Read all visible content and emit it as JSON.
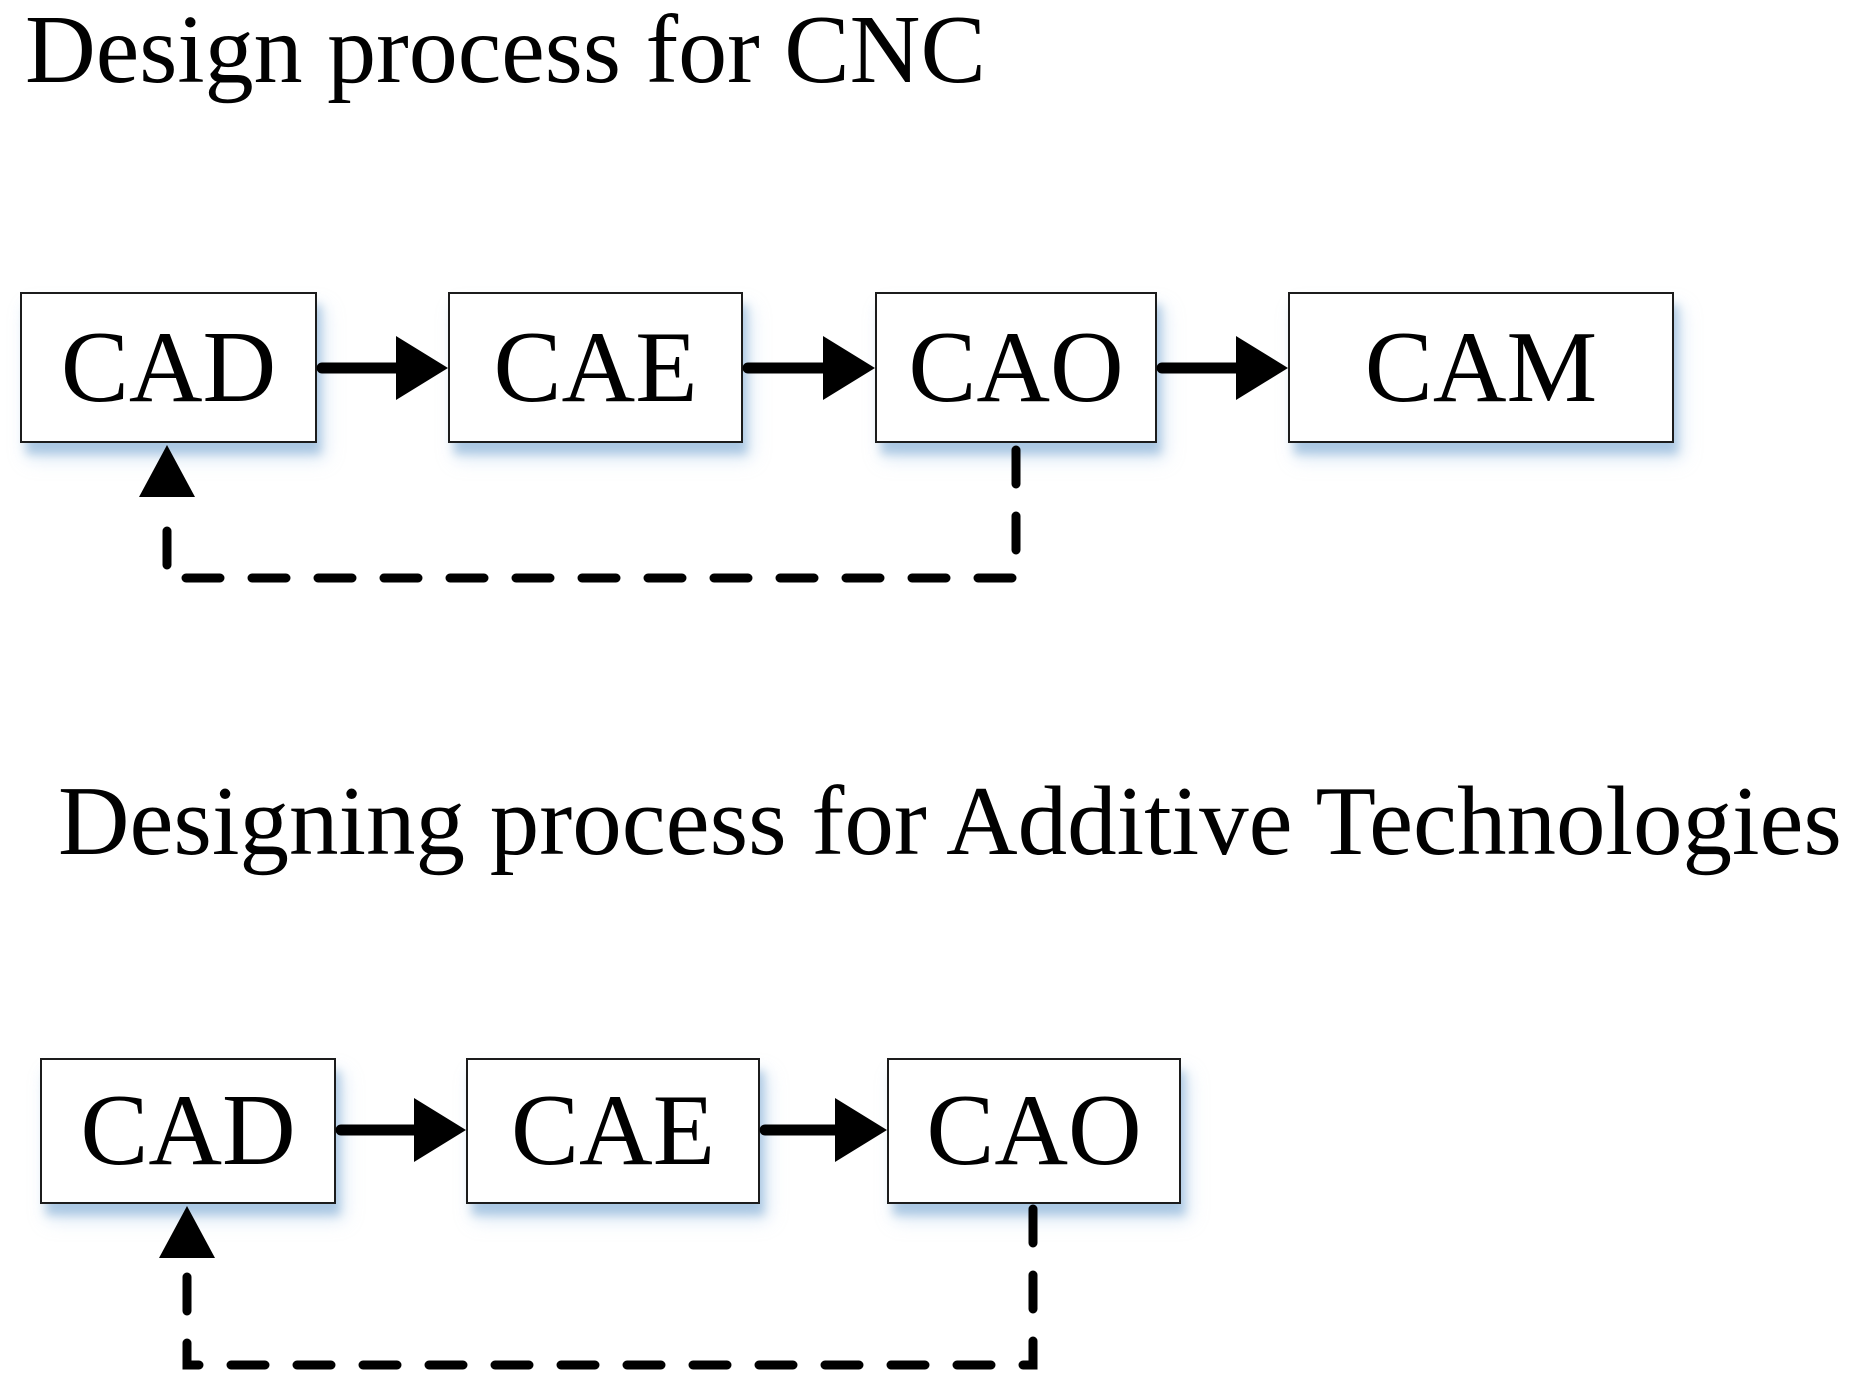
{
  "figure": {
    "background": "#ffffff",
    "colors": {
      "line": "#000000",
      "box_fill": "#ffffff",
      "box_border": "#1c1c1c",
      "box_shadow": "#b7d2ea",
      "text": "#010101"
    },
    "diagrams": [
      {
        "title": "Design process for CNC",
        "nodes": [
          "CAD",
          "CAE",
          "CAO",
          "CAM"
        ],
        "flow_edges": [
          {
            "from": "CAD",
            "to": "CAE",
            "style": "solid-arrow"
          },
          {
            "from": "CAE",
            "to": "CAO",
            "style": "solid-arrow"
          },
          {
            "from": "CAO",
            "to": "CAM",
            "style": "solid-arrow"
          }
        ],
        "feedback_edge": {
          "from": "CAO",
          "to": "CAD",
          "style": "dashed-arrow"
        }
      },
      {
        "title": "Designing process for Additive Technologies",
        "nodes": [
          "CAD",
          "CAE",
          "CAO"
        ],
        "flow_edges": [
          {
            "from": "CAD",
            "to": "CAE",
            "style": "solid-arrow"
          },
          {
            "from": "CAE",
            "to": "CAO",
            "style": "solid-arrow"
          }
        ],
        "feedback_edge": {
          "from": "CAO",
          "to": "CAD",
          "style": "dashed-arrow"
        }
      }
    ]
  }
}
